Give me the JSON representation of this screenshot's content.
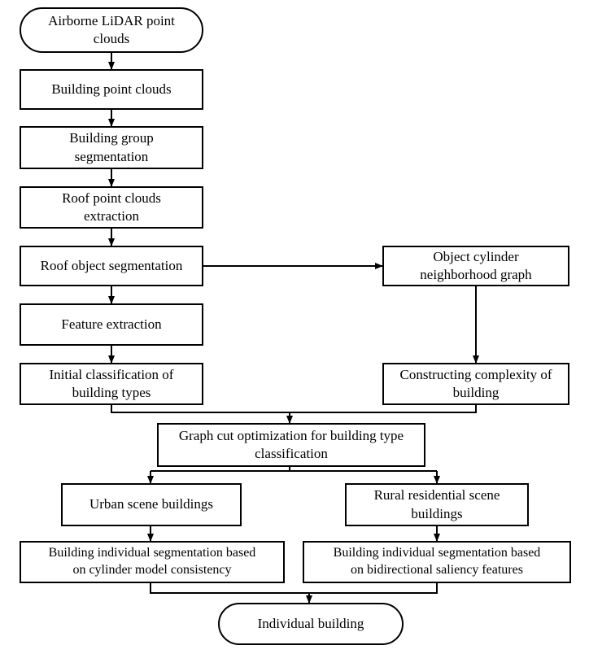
{
  "nodes": {
    "start": "Airborne LiDAR point\nclouds",
    "building_points": "Building point clouds",
    "group_seg": "Building group\nsegmentation",
    "roof_extract": "Roof point clouds\nextraction",
    "roof_obj_seg": "Roof object segmentation",
    "feature_extract": "Feature extraction",
    "initial_class": "Initial classification of\nbuilding types",
    "cyl_graph": "Object cylinder\nneighborhood graph",
    "complexity": "Constructing complexity of\nbuilding",
    "graph_cut": "Graph cut optimization for building type\nclassification",
    "urban": "Urban scene buildings",
    "rural": "Rural residential scene\nbuildings",
    "seg_cyl": "Building individual segmentation  based\non cylinder model consistency",
    "seg_sal": "Building individual segmentation based\non bidirectional saliency features",
    "end": "Individual building"
  }
}
